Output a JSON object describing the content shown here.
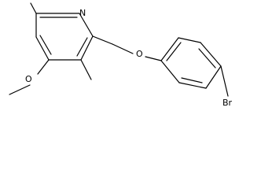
{
  "molecule": {
    "atoms": {
      "n": "N",
      "o_ether": "O",
      "o_methoxy": "O",
      "br": "Br"
    }
  },
  "colors": {
    "bond": "#000000",
    "background": "#ffffff"
  }
}
